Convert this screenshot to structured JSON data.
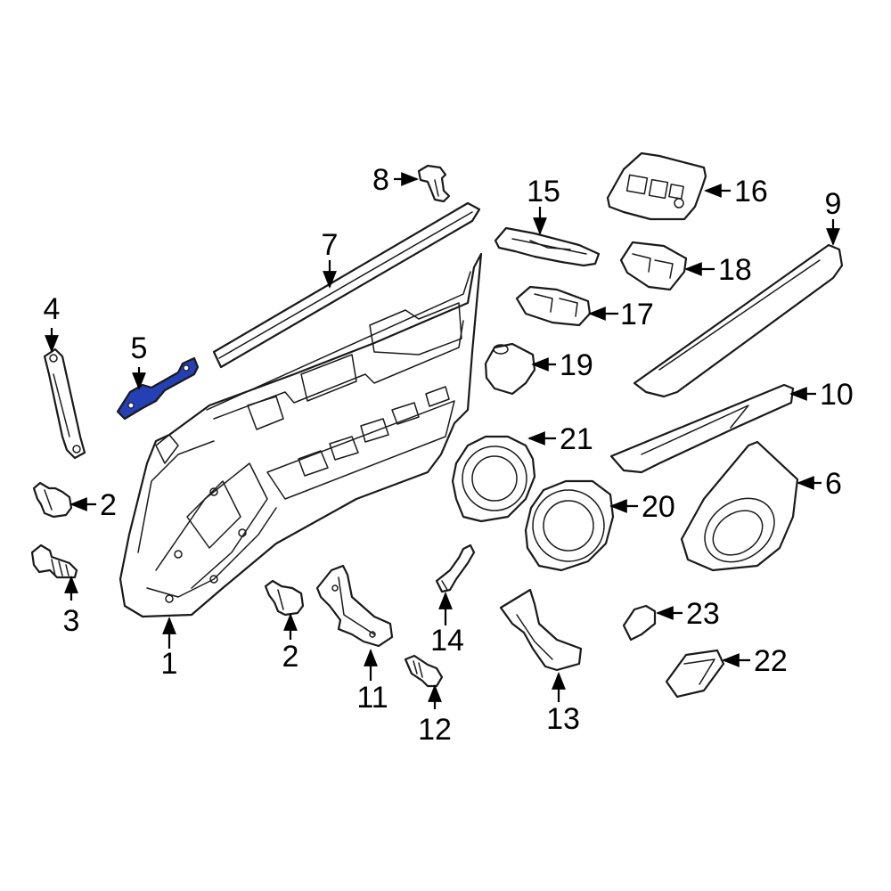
{
  "highlight_color": "#2440b4",
  "highlighted_part": "5",
  "callouts": [
    {
      "id": "c1",
      "number": "1"
    },
    {
      "id": "c2a",
      "number": "2"
    },
    {
      "id": "c2b",
      "number": "2"
    },
    {
      "id": "c3",
      "number": "3"
    },
    {
      "id": "c4",
      "number": "4"
    },
    {
      "id": "c5",
      "number": "5"
    },
    {
      "id": "c6",
      "number": "6"
    },
    {
      "id": "c7",
      "number": "7"
    },
    {
      "id": "c8",
      "number": "8"
    },
    {
      "id": "c9",
      "number": "9"
    },
    {
      "id": "c10",
      "number": "10"
    },
    {
      "id": "c11",
      "number": "11"
    },
    {
      "id": "c12",
      "number": "12"
    },
    {
      "id": "c13",
      "number": "13"
    },
    {
      "id": "c14",
      "number": "14"
    },
    {
      "id": "c15",
      "number": "15"
    },
    {
      "id": "c16",
      "number": "16"
    },
    {
      "id": "c17",
      "number": "17"
    },
    {
      "id": "c18",
      "number": "18"
    },
    {
      "id": "c19",
      "number": "19"
    },
    {
      "id": "c20",
      "number": "20"
    },
    {
      "id": "c21",
      "number": "21"
    },
    {
      "id": "c22",
      "number": "22"
    },
    {
      "id": "c23",
      "number": "23"
    }
  ]
}
